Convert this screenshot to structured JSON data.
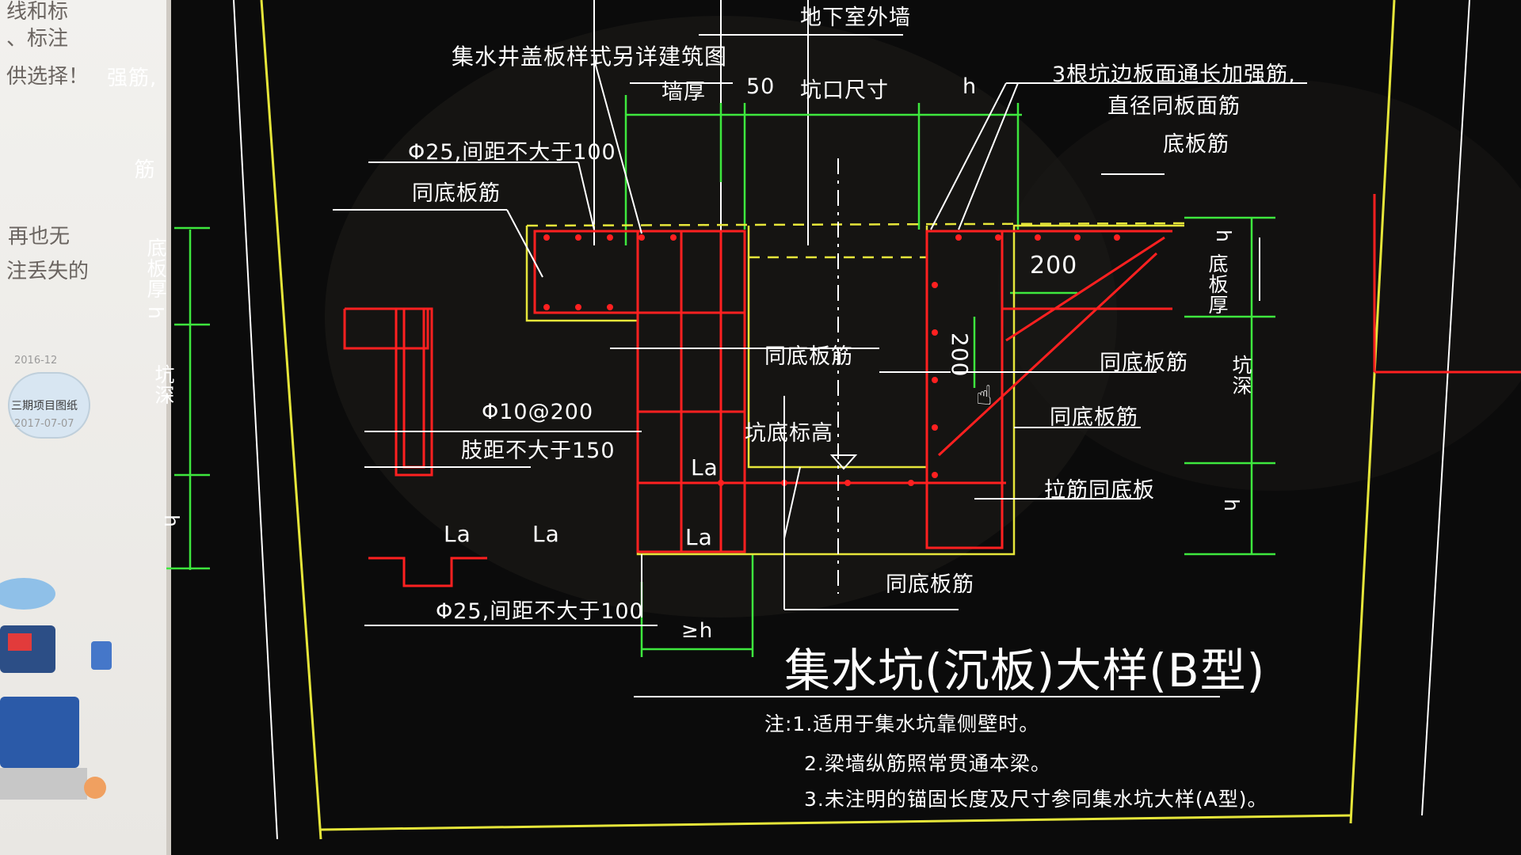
{
  "side_panel": {
    "texts": [
      "线和标",
      "、标注",
      "供选择！",
      "再也无",
      "注丢失的"
    ],
    "date1": "2016-12",
    "folder_label": "三期项目图纸",
    "date2": "2017-07-07"
  },
  "drawing": {
    "title": "集水坑(沉板)大样(B型)",
    "notes": [
      "注:1.适用于集水坑靠侧壁时。",
      "2.梁墙纵筋照常贯通本梁。",
      "3.未注明的锚固长度及尺寸参同集水坑大样(A型)。"
    ],
    "labels": {
      "top_cut": "地下室外墙",
      "cover_note": "集水井盖板样式另详建筑图",
      "wall_thick": "墙厚",
      "dim_50": "50",
      "pit_size": "坑口尺寸",
      "h_top": "h",
      "edge_bars": "3根坑边板面通长加强筋,",
      "edge_bars2": "直径同板面筋",
      "bottom_bars_top": "底板筋",
      "phi25_top": "Φ25,间距不大于100",
      "same_bottom1": "同底板筋",
      "dim_200a": "200",
      "dim_200b": "200",
      "same_bottom_mid": "同底板筋",
      "same_bottom_r1": "同底板筋",
      "same_bottom_r2": "同底板筋",
      "pit_bottom_elev": "坑底标高",
      "phi10": "Φ10@200",
      "leg_spacing": "肢距不大于150",
      "la1": "La",
      "la2": "La",
      "la_left": "La",
      "la_right": "La",
      "tie_bars": "拉筋同底板",
      "phi25_bottom": "Φ25,间距不大于100",
      "same_bottom_bottom": "同底板筋",
      "ge_h": "≥h",
      "left_slab_thick": "底板厚 h",
      "left_pit_depth": "坑深",
      "left_h": "h",
      "right_h": "h",
      "right_slab_thick": "底板厚",
      "right_pit_depth": "坑深",
      "right_h_bottom": "h",
      "left_edge1": "强筋,",
      "left_edge2": "筋"
    }
  },
  "colors": {
    "background": "#0b0b0b",
    "rebar_red": "#ff2020",
    "outline_yellow": "#e6e63a",
    "dim_green": "#3ee83e",
    "text_white": "#ffffff"
  }
}
